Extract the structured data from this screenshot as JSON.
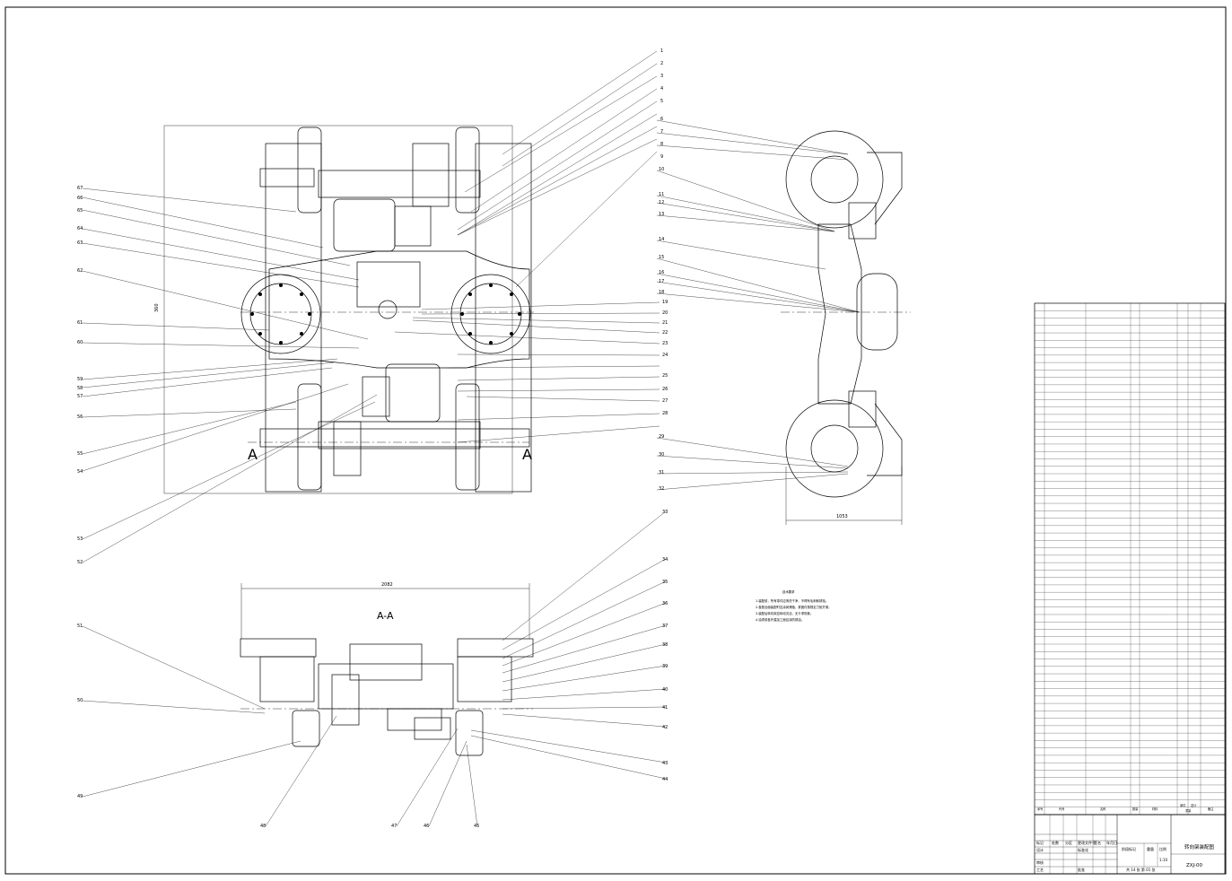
{
  "drawing": {
    "title": "转向架装配图",
    "code": "ZXJ-00",
    "section_label": "A-A",
    "section_marks": [
      "A",
      "A"
    ],
    "dimensions": {
      "plan_height": "360",
      "side_width": "1053",
      "section_width": "2082"
    }
  },
  "callouts": {
    "right": [
      "1",
      "2",
      "3",
      "4",
      "5",
      "6",
      "7",
      "8",
      "9",
      "10",
      "11",
      "12",
      "13",
      "14",
      "15",
      "16",
      "17",
      "18",
      "19",
      "20",
      "21",
      "22",
      "23",
      "24",
      "25",
      "26",
      "27",
      "28",
      "29",
      "30",
      "31",
      "32",
      "33",
      "34",
      "35",
      "36",
      "37",
      "38",
      "39",
      "40",
      "41",
      "42",
      "43",
      "44"
    ],
    "left": [
      "67",
      "66",
      "65",
      "64",
      "63",
      "62",
      "61",
      "60",
      "59",
      "58",
      "57",
      "56",
      "55",
      "54",
      "53",
      "52",
      "51",
      "50",
      "49"
    ],
    "bottom": [
      "48",
      "47",
      "46",
      "45"
    ]
  },
  "notes": {
    "heading": "技术要求",
    "lines": [
      "1.装配前，所有零件应清洗干净，不得有毛刺和锈蚀。",
      "2.各配合面装配时应涂润滑脂，紧固件按规定力矩拧紧。",
      "3.装配后转向架应转动灵活，无卡滞现象。",
      "4.油漆前各外露加工面应涂防锈油。"
    ]
  },
  "bom": {
    "rows": 67,
    "header": {
      "index": "序号",
      "code": "代号",
      "name": "名称",
      "qty": "数量",
      "material": "材料",
      "single": "单件",
      "total": "总计",
      "weight": "重量",
      "remark": "备注"
    }
  },
  "titleblock": {
    "labels": [
      "标记",
      "处数",
      "分区",
      "更改文件号",
      "签名",
      "年月日",
      "设计",
      "标准化",
      "审核",
      "工艺",
      "批准",
      "阶段标记",
      "重量",
      "比例"
    ],
    "scale": "1:10",
    "sheet_text": "共 14 张  第 01 张"
  }
}
